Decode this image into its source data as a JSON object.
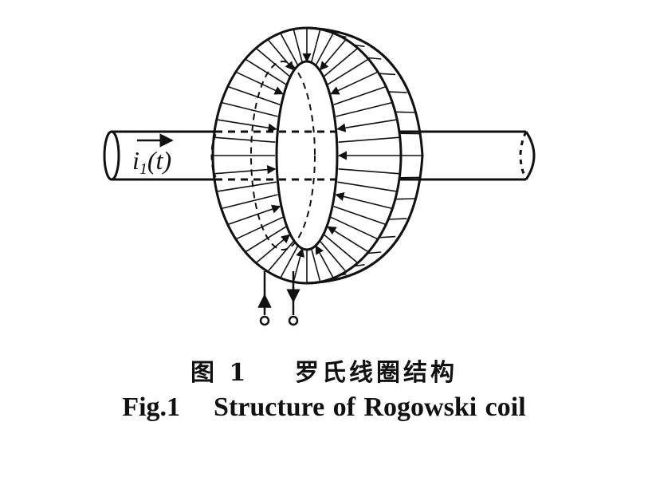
{
  "figure": {
    "current_label": {
      "variable": "i",
      "subscript": "1",
      "argument": "(t)"
    },
    "parts": [
      "conductor",
      "toroidal-coil",
      "winding-turns",
      "lead-in",
      "lead-out",
      "terminals"
    ]
  },
  "caption": {
    "zh": "图 1    罗氏线圈结构",
    "en": "Fig.1    Structure of Rogowski coil"
  }
}
